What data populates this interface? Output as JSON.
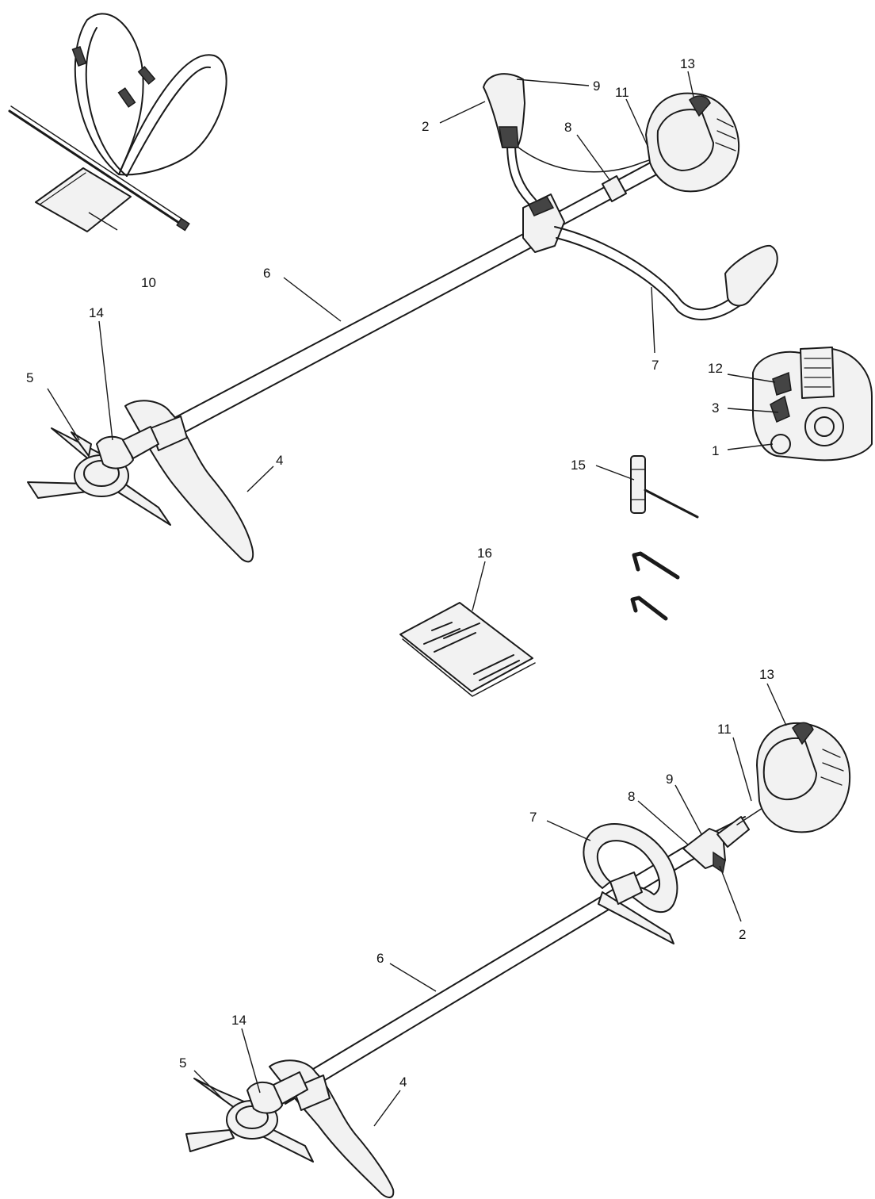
{
  "labels": {
    "top": {
      "l1": "1",
      "l2": "2",
      "l3": "3",
      "l4": "4",
      "l5": "5",
      "l6": "6",
      "l7": "7",
      "l8": "8",
      "l9": "9",
      "l10": "10",
      "l11": "11",
      "l12": "12",
      "l13": "13",
      "l14": "14",
      "l15": "15",
      "l16": "16"
    },
    "bottom": {
      "l2": "2",
      "l4": "4",
      "l5": "5",
      "l6": "6",
      "l7": "7",
      "l8": "8",
      "l9": "9",
      "l11": "11",
      "l13": "13",
      "l14": "14"
    }
  }
}
